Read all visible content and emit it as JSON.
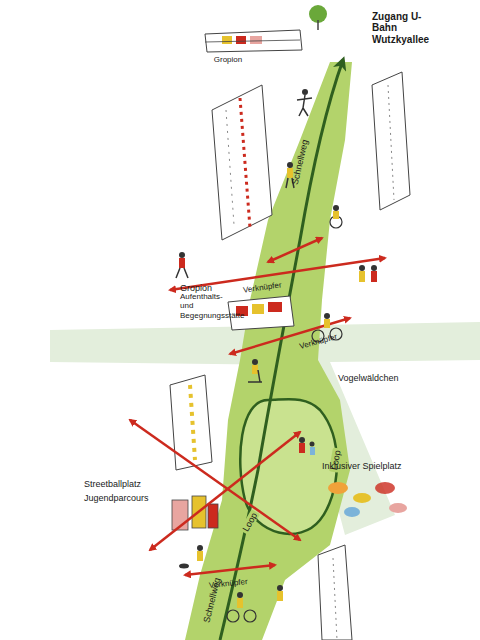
{
  "diagram": {
    "labels": [
      "Zugang U-Bahn Wutzkyallee",
      "Gropion",
      "Schnellweg",
      "Verknüpfer",
      "Gropion",
      "Aufenthalts- und Begegnungsstätte",
      "Verknüpfer",
      "Vogelwäldchen",
      "Loop",
      "Inklusiver Spielplatz",
      "Streetballplatz",
      "Jugendparcours",
      "Loop",
      "Verknüpfer",
      "Schnellweg"
    ]
  }
}
